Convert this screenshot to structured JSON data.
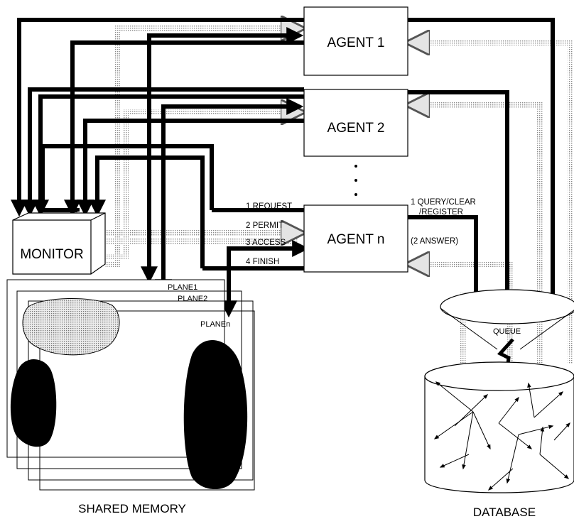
{
  "agents": [
    {
      "label": "AGENT 1"
    },
    {
      "label": "AGENT 2"
    },
    {
      "label": "AGENT n"
    }
  ],
  "monitor": {
    "label": "MONITOR"
  },
  "messages": {
    "request": "1 REQUEST",
    "permit": "2 PERMIT",
    "access": "3 ACCESS",
    "finish": "4 FINISH",
    "query_line1": "1 QUERY/CLEAR",
    "query_line2": "/REGISTER",
    "answer": "(2 ANSWER)"
  },
  "planes": [
    "PLANE1",
    "PLANE2",
    "PLANEn"
  ],
  "queue": {
    "label": "QUEUE"
  },
  "captions": {
    "shared_memory": "SHARED MEMORY",
    "database": "DATABASE"
  }
}
